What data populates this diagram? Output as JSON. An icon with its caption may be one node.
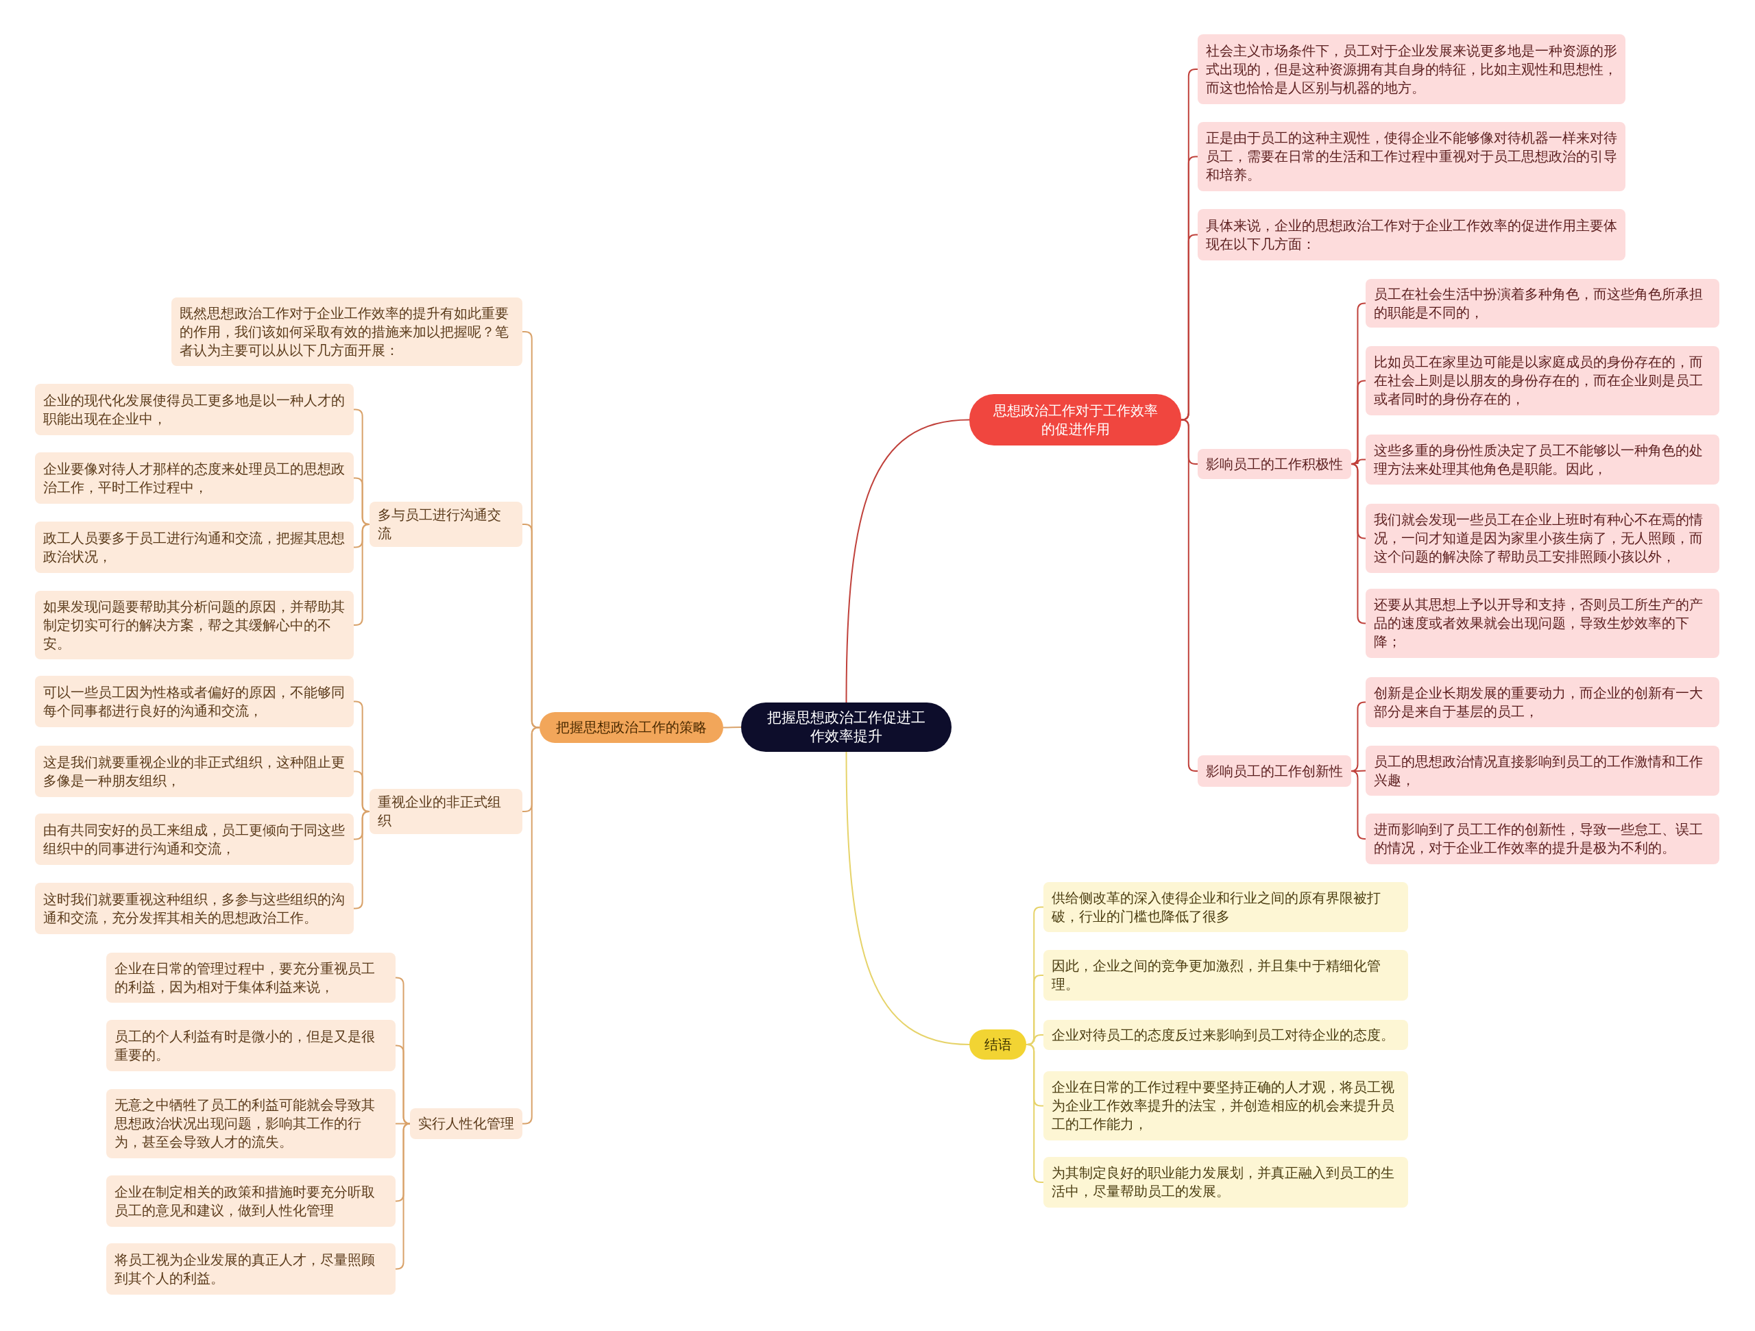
{
  "diagram": {
    "nodes": [
      {
        "text": [
          "把握思想政治工作促进工作效率提升"
        ]
      },
      {
        "text": [
          "思想政治工作对于工作效率的促进作用"
        ]
      },
      {
        "text": [
          "社会主义市场条件下，员工对于企业发展来说更多地是一种资源的形式出现的，但是这种资源拥有其自身的特征，比如主观性和思想性，而这也恰恰是人区别与机器的地方。"
        ]
      },
      {
        "text": [
          "正是由于员工的这种主观性，使得企业不能够像对待机器一样来对待员工，需要在日常的生活和工作过程中重视对于员工思想政治的引导和培养。"
        ]
      },
      {
        "text": [
          "具体来说，企业的思想政治工作对于企业工作效率的促进作用主要体现在以下几方面："
        ]
      },
      {
        "text": [
          "影响员工的工作积极性"
        ]
      },
      {
        "text": [
          "员工在社会生活中扮演着多种角色，而这些角色所承担的职能是不同的，"
        ]
      },
      {
        "text": [
          "比如员工在家里边可能是以家庭成员的身份存在的，而在社会上则是以朋友的身份存在的，而在企业则是员工或者同时的身份存在的，"
        ]
      },
      {
        "text": [
          "这些多重的身份性质决定了员工不能够以一种角色的处理方法来处理其他角色是职能。因此，"
        ]
      },
      {
        "text": [
          "我们就会发现一些员工在企业上班时有种心不在焉的情况，一问才知道是因为家里小孩生病了，无人照顾，而这个问题的解决除了帮助员工安排照顾小孩以外，"
        ]
      },
      {
        "text": [
          "还要从其思想上予以开导和支持，否则员工所生产的产品的速度或者效果就会出现问题，导致生炒效率的下降；"
        ]
      },
      {
        "text": [
          "影响员工的工作创新性"
        ]
      },
      {
        "text": [
          "创新是企业长期发展的重要动力，而企业的创新有一大部分是来自于基层的员工，"
        ]
      },
      {
        "text": [
          "员工的思想政治情况直接影响到员工的工作激情和工作兴趣，"
        ]
      },
      {
        "text": [
          "进而影响到了员工工作的创新性，导致一些怠工、误工的情况，对于企业工作效率的提升是极为不利的。"
        ]
      },
      {
        "text": [
          "结语"
        ]
      },
      {
        "text": [
          "供给侧改革的深入使得企业和行业之间的原有界限被打破，行业的门槛也降低了很多"
        ]
      },
      {
        "text": [
          "因此，企业之间的竞争更加激烈，并且集中于精细化管理。"
        ]
      },
      {
        "text": [
          "企业对待员工的态度反过来影响到员工对待企业的态度。"
        ]
      },
      {
        "text": [
          "企业在日常的工作过程中要坚持正确的人才观，将员工视为企业工作效率提升的法宝，并创造相应的机会来提升员工的工作能力，"
        ]
      },
      {
        "text": [
          "为其制定良好的职业能力发展划，并真正融入到员工的生活中，尽量帮助员工的发展。"
        ]
      },
      {
        "text": [
          "把握思想政治工作的策略"
        ]
      },
      {
        "text": [
          "既然思想政治工作对于企业工作效率的提升有如此重要的作用，我们该如何采取有效的措施来加以把握呢？笔者认为主要可以从以下几方面开展："
        ]
      },
      {
        "text": [
          "多与员工进行沟通交流"
        ]
      },
      {
        "text": [
          "企业的现代化发展使得员工更多地是以一种人才的职能出现在企业中，"
        ]
      },
      {
        "text": [
          "企业要像对待人才那样的态度来处理员工的思想政治工作，平时工作过程中，"
        ]
      },
      {
        "text": [
          "政工人员要多于员工进行沟通和交流，把握其思想政治状况，"
        ]
      },
      {
        "text": [
          "如果发现问题要帮助其分析问题的原因，并帮助其制定切实可行的解决方案，帮之其缓解心中的不安。"
        ]
      },
      {
        "text": [
          "重视企业的非正式组织"
        ]
      },
      {
        "text": [
          "可以一些员工因为性格或者偏好的原因，不能够同每个同事都进行良好的沟通和交流，"
        ]
      },
      {
        "text": [
          "这是我们就要重视企业的非正式组织，这种阻止更多像是一种朋友组织，"
        ]
      },
      {
        "text": [
          "由有共同安好的员工来组成，员工更倾向于同这些组织中的同事进行沟通和交流，"
        ]
      },
      {
        "text": [
          "这时我们就要重视这种组织，多参与这些组织的沟通和交流，充分发挥其相关的思想政治工作。"
        ]
      },
      {
        "text": [
          "实行人性化管理"
        ]
      },
      {
        "text": [
          "企业在日常的管理过程中，要充分重视员工的利益，因为相对于集体利益来说，"
        ]
      },
      {
        "text": [
          "员工的个人利益有时是微小的，但是又是很重要的。"
        ]
      },
      {
        "text": [
          "无意之中牺牲了员工的利益可能就会导致其思想政治状况出现问题，影响其工作的行为，甚至会导致人才的流失。"
        ]
      },
      {
        "text": [
          "企业在制定相关的政策和措施时要充分听取员工的意见和建议，做到人性化管理"
        ]
      },
      {
        "text": [
          "将员工视为企业发展的真正人才，尽量照顾到其个人的利益。"
        ]
      }
    ],
    "edges": [
      {
        "from": 0,
        "to": 1,
        "arrow": "none",
        "color": "#c0413b"
      },
      {
        "from": 1,
        "to": 2,
        "arrow": "none",
        "color": "#c0413b"
      },
      {
        "from": 1,
        "to": 3,
        "arrow": "none",
        "color": "#c0413b"
      },
      {
        "from": 1,
        "to": 4,
        "arrow": "none",
        "color": "#c0413b"
      },
      {
        "from": 1,
        "to": 5,
        "arrow": "none",
        "color": "#c0413b"
      },
      {
        "from": 5,
        "to": 6,
        "arrow": "none",
        "color": "#c0413b"
      },
      {
        "from": 5,
        "to": 7,
        "arrow": "none",
        "color": "#c0413b"
      },
      {
        "from": 5,
        "to": 8,
        "arrow": "none",
        "color": "#c0413b"
      },
      {
        "from": 5,
        "to": 9,
        "arrow": "none",
        "color": "#c0413b"
      },
      {
        "from": 5,
        "to": 10,
        "arrow": "none",
        "color": "#c0413b"
      },
      {
        "from": 1,
        "to": 11,
        "arrow": "none",
        "color": "#c0413b"
      },
      {
        "from": 11,
        "to": 12,
        "arrow": "none",
        "color": "#c0413b"
      },
      {
        "from": 11,
        "to": 13,
        "arrow": "none",
        "color": "#c0413b"
      },
      {
        "from": 11,
        "to": 14,
        "arrow": "none",
        "color": "#c0413b"
      },
      {
        "from": 0,
        "to": 15,
        "arrow": "none",
        "color": "#e6d36a"
      },
      {
        "from": 15,
        "to": 16,
        "arrow": "none",
        "color": "#e6d36a"
      },
      {
        "from": 15,
        "to": 17,
        "arrow": "none",
        "color": "#e6d36a"
      },
      {
        "from": 15,
        "to": 18,
        "arrow": "none",
        "color": "#e6d36a"
      },
      {
        "from": 15,
        "to": 19,
        "arrow": "none",
        "color": "#e6d36a"
      },
      {
        "from": 15,
        "to": 20,
        "arrow": "none",
        "color": "#e6d36a"
      },
      {
        "from": 0,
        "to": 21,
        "arrow": "none"
      },
      {
        "from": 21,
        "to": 22,
        "arrow": "none"
      },
      {
        "from": 21,
        "to": 23,
        "arrow": "none"
      },
      {
        "from": 23,
        "to": 24,
        "arrow": "none"
      },
      {
        "from": 23,
        "to": 25,
        "arrow": "none"
      },
      {
        "from": 23,
        "to": 26,
        "arrow": "none"
      },
      {
        "from": 23,
        "to": 27,
        "arrow": "none"
      },
      {
        "from": 21,
        "to": 28,
        "arrow": "none"
      },
      {
        "from": 28,
        "to": 29,
        "arrow": "none"
      },
      {
        "from": 28,
        "to": 30,
        "arrow": "none"
      },
      {
        "from": 28,
        "to": 31,
        "arrow": "none"
      },
      {
        "from": 28,
        "to": 32,
        "arrow": "none"
      },
      {
        "from": 21,
        "to": 33,
        "arrow": "none"
      },
      {
        "from": 33,
        "to": 34,
        "arrow": "none"
      },
      {
        "from": 33,
        "to": 35,
        "arrow": "none"
      },
      {
        "from": 33,
        "to": 36,
        "arrow": "none"
      },
      {
        "from": 33,
        "to": 37,
        "arrow": "none"
      },
      {
        "from": 33,
        "to": 38,
        "arrow": "none"
      }
    ]
  }
}
